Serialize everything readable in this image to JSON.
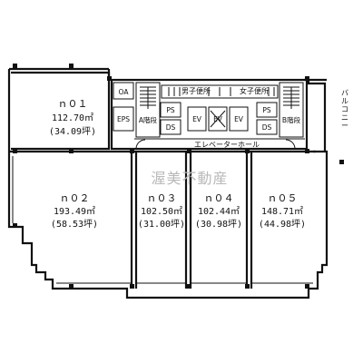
{
  "units": [
    {
      "id": "ｎ０１",
      "area": "112.70㎡",
      "tsubo": "(34.09坪)"
    },
    {
      "id": "ｎ０２",
      "area": "193.49㎡",
      "tsubo": "(58.53坪)"
    },
    {
      "id": "ｎ０３",
      "area": "102.50㎡",
      "tsubo": "(31.00坪)"
    },
    {
      "id": "ｎ０４",
      "area": "102.44㎡",
      "tsubo": "(30.98坪)"
    },
    {
      "id": "ｎ０５",
      "area": "148.71㎡",
      "tsubo": "(44.98坪)"
    }
  ],
  "core": {
    "oa": "OA",
    "eps": "EPS",
    "stair_a": "A階段",
    "stair_b": "B階段",
    "ps_left": "PS",
    "ds_left": "DS",
    "ps_right": "PS",
    "ds_right": "DS",
    "ev": [
      "EV",
      "EV",
      "EV"
    ],
    "mens_toilet": "男子便所",
    "womens_toilet": "女子便所",
    "elevator_hall": "エレベーターホール",
    "balcony": "バルコニー"
  },
  "watermark": "渥美不動産"
}
